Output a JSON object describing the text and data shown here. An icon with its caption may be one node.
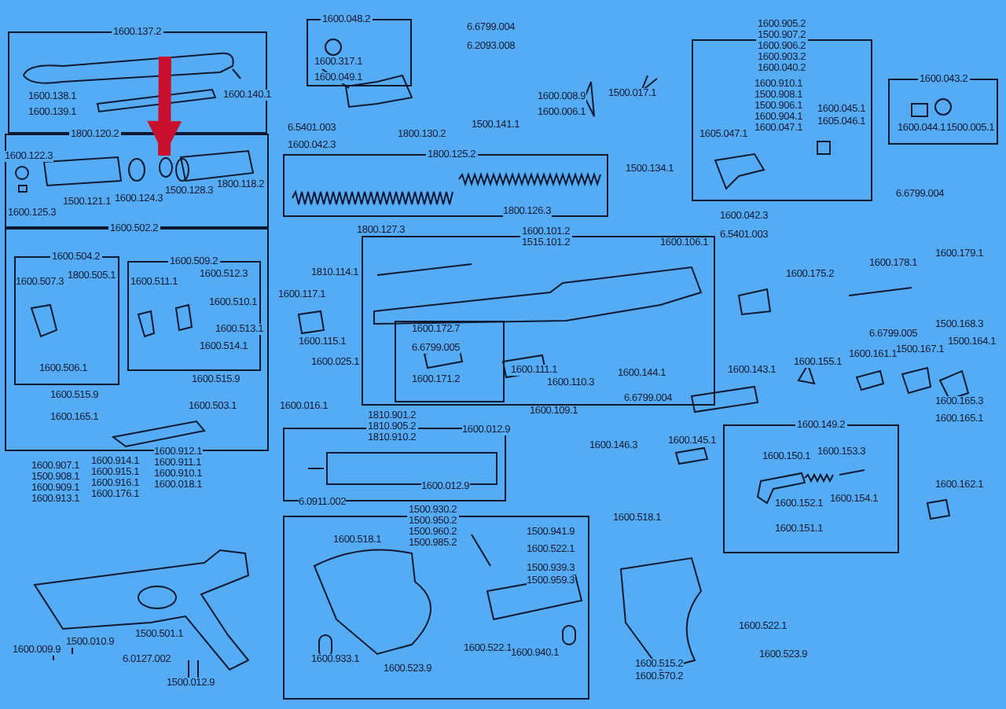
{
  "diagram": {
    "nodes": [
      {
        "text": [
          "1600.137.2"
        ]
      },
      {
        "text": [
          "1600.048.2"
        ]
      },
      {
        "text": [
          "1600.905.2",
          "1500.907.2",
          "1600.906.2",
          "1600.903.2",
          "1600.040.2"
        ]
      },
      {
        "text": [
          "1600.043.2"
        ]
      },
      {
        "text": [
          "1800.120.2"
        ]
      },
      {
        "text": [
          "1800.125.2"
        ]
      },
      {
        "text": [
          "1600.502.2"
        ]
      },
      {
        "text": [
          "1600.504.2"
        ],
        "in": 6
      },
      {
        "text": [
          "1600.509.2"
        ],
        "in": 6
      },
      {
        "text": [
          "1600.101.2",
          "1515.101.2"
        ]
      },
      {
        "text": [],
        "shape": "box",
        "in": 9
      },
      {
        "text": [
          "1810.901.2",
          "1810.905.2",
          "1810.910.2"
        ]
      },
      {
        "text": [
          "1500.930.2",
          "1500.950.2",
          "1500.960.2",
          "1500.985.2"
        ]
      },
      {
        "text": [
          "1600.149.2"
        ]
      },
      {
        "text": [],
        "shape": "circle",
        "in": 4
      }
    ],
    "edges": [
      {
        "from": 0,
        "to": 14,
        "arrow": "to",
        "color": "#c8102e"
      }
    ],
    "labels": [
      "1600.138.1",
      "1600.139.1",
      "1600.140.1",
      "1600.317.1",
      "1600.049.1",
      "6.6799.004",
      "6.2093.008",
      "1800.130.2",
      "1500.141.1",
      "1600.008.9",
      "1600.006.1",
      "1500.017.1",
      "6.5401.003",
      "1600.042.3",
      "1600.122.3",
      "1600.125.3",
      "1500.121.1",
      "1600.124.3",
      "1500.128.3",
      "1800.118.2",
      "1800.127.3",
      "1800.126.3",
      "1500.134.1",
      "1600.910.1",
      "1500.908.1",
      "1500.906.1",
      "1600.904.1",
      "1600.047.1",
      "1600.045.1",
      "1605.046.1",
      "1605.047.1",
      "1600.044.1",
      "1500.005.1",
      "6.6799.004",
      "1600.042.3",
      "6.5401.003",
      "1600.106.1",
      "1600.507.3",
      "1800.505.1",
      "1600.511.1",
      "1600.512.3",
      "1600.510.1",
      "1600.513.1",
      "1600.514.1",
      "1810.114.1",
      "1600.117.1",
      "1600.115.1",
      "1600.172.7",
      "6.6799.005",
      "1600.175.2",
      "1600.178.1",
      "1600.179.1",
      "6.6799.005",
      "1500.168.3",
      "1500.164.1",
      "1600.506.1",
      "1600.025.1",
      "1600.171.2",
      "1600.111.1",
      "1600.144.1",
      "1600.110.3",
      "6.6799.004",
      "1600.143.1",
      "1600.155.1",
      "1600.161.1",
      "1500.167.1",
      "1600.515.9",
      "1600.515.9",
      "1600.165.1",
      "1600.503.1",
      "1600.016.1",
      "1600.109.1",
      "1600.165.3",
      "1600.165.1",
      "1600.012.9",
      "1600.145.1",
      "1600.146.3",
      "1600.150.1",
      "1600.153.3",
      "1600.907.1",
      "1500.908.1",
      "1600.909.1",
      "1600.913.1",
      "1600.914.1",
      "1600.915.1",
      "1600.916.1",
      "1600.176.1",
      "1600.912.1",
      "1600.911.1",
      "1600.910.1",
      "1600.018.1",
      "1600.012.9",
      "1600.152.1",
      "1600.154.1",
      "1600.162.1",
      "6.0911.002",
      "1600.151.1",
      "1600.518.1",
      "1500.941.9",
      "1600.522.1",
      "1600.518.1",
      "1500.939.3",
      "1500.959.3",
      "1600.522.1",
      "1600.009.9",
      "1500.010.9",
      "1500.501.1",
      "6.0127.002",
      "1600.522.1",
      "1600.940.1",
      "1600.523.9",
      "1600.933.1",
      "1600.515.2",
      "1600.570.2",
      "1600.523.9",
      "1500.012.9"
    ]
  }
}
